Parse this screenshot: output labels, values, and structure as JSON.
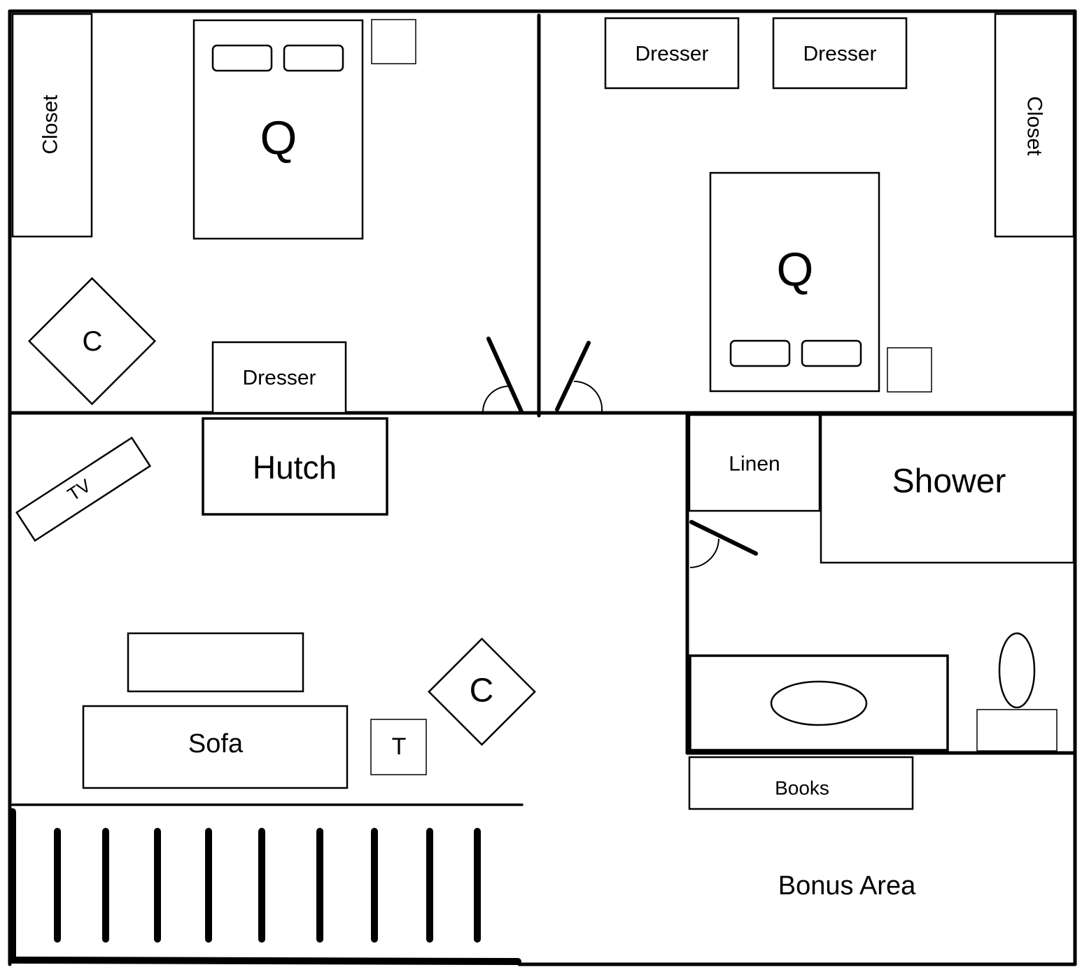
{
  "labels": {
    "closet_left": "Closet",
    "closet_right": "Closet",
    "bed_left": "Q",
    "bed_right": "Q",
    "dresser_top_1": "Dresser",
    "dresser_top_2": "Dresser",
    "dresser_left": "Dresser",
    "chair_bedroom": "C",
    "chair_living": "C",
    "hutch": "Hutch",
    "tv": "TV",
    "linen": "Linen",
    "shower": "Shower",
    "sofa": "Sofa",
    "table": "T",
    "books": "Books",
    "bonus_area": "Bonus Area"
  },
  "colors": {
    "line": "#000000",
    "background": "#ffffff"
  }
}
